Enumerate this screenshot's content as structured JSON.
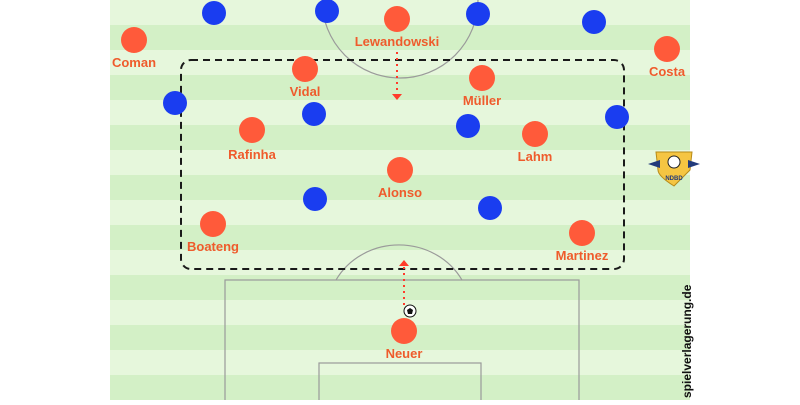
{
  "diagram": {
    "colors": {
      "home": "#ff5a3a",
      "away": "#1a3df0",
      "label": "#ef5b2c",
      "stripe_light": "#e6f7dc",
      "stripe_dark": "#d3f0c6",
      "line": "#9a9a9a",
      "box": "#1a1a1a",
      "arrow": "#ff3b2a"
    },
    "home_players": [
      {
        "name": "Lewandowski"
      },
      {
        "name": "Coman"
      },
      {
        "name": "Costa"
      },
      {
        "name": "Vidal"
      },
      {
        "name": "Müller"
      },
      {
        "name": "Rafinha"
      },
      {
        "name": "Lahm"
      },
      {
        "name": "Alonso"
      },
      {
        "name": "Boateng"
      },
      {
        "name": "Martinez"
      },
      {
        "name": "Neuer"
      }
    ],
    "away_player_count": 10,
    "watermark": "spielverlagerung.de",
    "badge_text": "NDBD",
    "icons": [
      "ball-icon",
      "shield-badge-icon"
    ]
  }
}
